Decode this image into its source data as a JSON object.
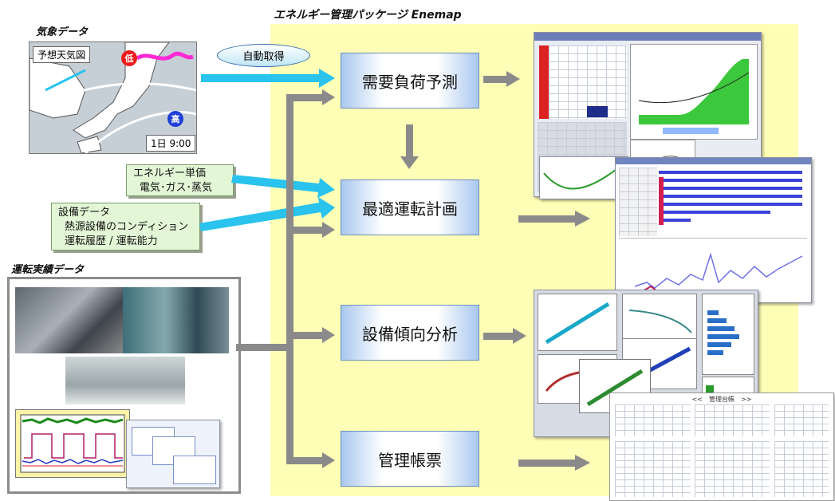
{
  "package_title": "エネルギー管理パッケージ Enemap",
  "weather": {
    "heading": "気象データ",
    "map_label": "予想天気図",
    "low_mark": "低",
    "high_mark": "高",
    "time_label": "1日 9:00"
  },
  "auto_fetch": "自動取得",
  "energy_price": {
    "line1": "エネルギー単価",
    "line2": "電気･ガス･蒸気"
  },
  "equipment": {
    "line1": "設備データ",
    "line2": "熱源設備のコンディション",
    "line3": "運転履歴 / 運転能力"
  },
  "operation_results": {
    "heading": "運転実績データ"
  },
  "processes": {
    "demand": "需要負荷予測",
    "optimal": "最適運転計画",
    "trend": "設備傾向分析",
    "report": "管理帳票"
  },
  "report_sheet_title": "<<　管理台帳　>>",
  "colors": {
    "panel": "#fffeb6",
    "cyan_arrow": "#29c3ee",
    "gray_arrow": "#8a8a8a",
    "process_edge": "#a9c7ef",
    "info_box": "#e3f6d6"
  }
}
